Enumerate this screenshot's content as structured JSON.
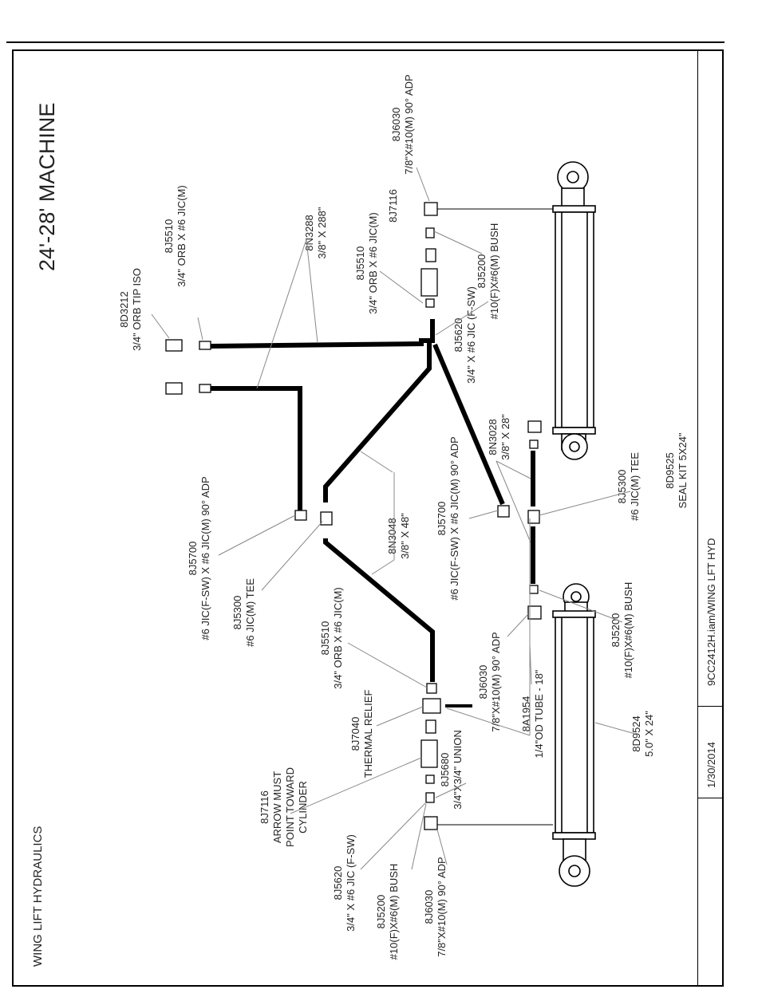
{
  "drawing": {
    "title": "24'-28' MACHINE",
    "section_title": "WING LIFT HYDRAULICS",
    "file_name": "9CC2412H.iam/WING LFT HYD",
    "date": "1/30/2014"
  },
  "callouts": {
    "c_8d3212": [
      "8D3212",
      "3/4\" ORB TIP ISO"
    ],
    "c_8j5510_top": [
      "8J5510",
      "3/4\" ORB X #6 JIC(M)"
    ],
    "c_8n3288": [
      "8N3288",
      "3/8\" X 288\""
    ],
    "c_8j5510_mid": [
      "8J5510",
      "3/4\" ORB X #6 JIC(M)"
    ],
    "c_8j7116_top": [
      "8J7116"
    ],
    "c_8j6030_top": [
      "8J6030",
      "7/8\"X#10(M) 90° ADP"
    ],
    "c_8j5200_top": [
      "8J5200",
      "#10(F)X#6(M) BUSH"
    ],
    "c_8j5620_top": [
      "8J5620",
      "3/4\" X #6 JIC (F-SW)"
    ],
    "c_8n3028": [
      "8N3028",
      "3/8\" X 28\""
    ],
    "c_8j5700_right": [
      "8J5700",
      "#6 JIC(F-SW) X #6 JIC(M) 90° ADP"
    ],
    "c_8j5300_right": [
      "8J5300",
      "#6 JIC(M) TEE"
    ],
    "c_8d9525": [
      "8D9525",
      "SEAL KIT 5X24\""
    ],
    "c_8n3048": [
      "8N3048",
      "3/8\" X 48\""
    ],
    "c_8j5700_left": [
      "8J5700",
      "#6 JIC(F-SW) X #6 JIC(M) 90° ADP"
    ],
    "c_8j5300_left": [
      "8J5300",
      "#6 JIC(M) TEE"
    ],
    "c_8j5510_low": [
      "8J5510",
      "3/4\" ORB X #6 JIC(M)"
    ],
    "c_8j7040": [
      "8J7040",
      "THERMAL RELIEF"
    ],
    "c_8j6030_mid": [
      "8J6030",
      "7/8\"X#10(M) 90° ADP"
    ],
    "c_8a1954": [
      "8A1954",
      "1/4\"OD TUBE - 18\""
    ],
    "c_8j5200_mid": [
      "8J5200",
      "#10(F)X#6(M) BUSH"
    ],
    "c_8d9524": [
      "8D9524",
      "5.0\" X 24\""
    ],
    "c_8j7116_low": [
      "8J7116",
      "ARROW MUST",
      "POINT TOWARD",
      "CYLINDER"
    ],
    "c_8j5680": [
      "8J5680",
      "3/4\"X3/4\" UNION"
    ],
    "c_8j5620_low": [
      "8J5620",
      "3/4\" X #6 JIC (F-SW)"
    ],
    "c_8j5200_low": [
      "8J5200",
      "#10(F)X#6(M) BUSH"
    ],
    "c_8j6030_low": [
      "8J6030",
      "7/8\"X#10(M) 90° ADP"
    ]
  }
}
